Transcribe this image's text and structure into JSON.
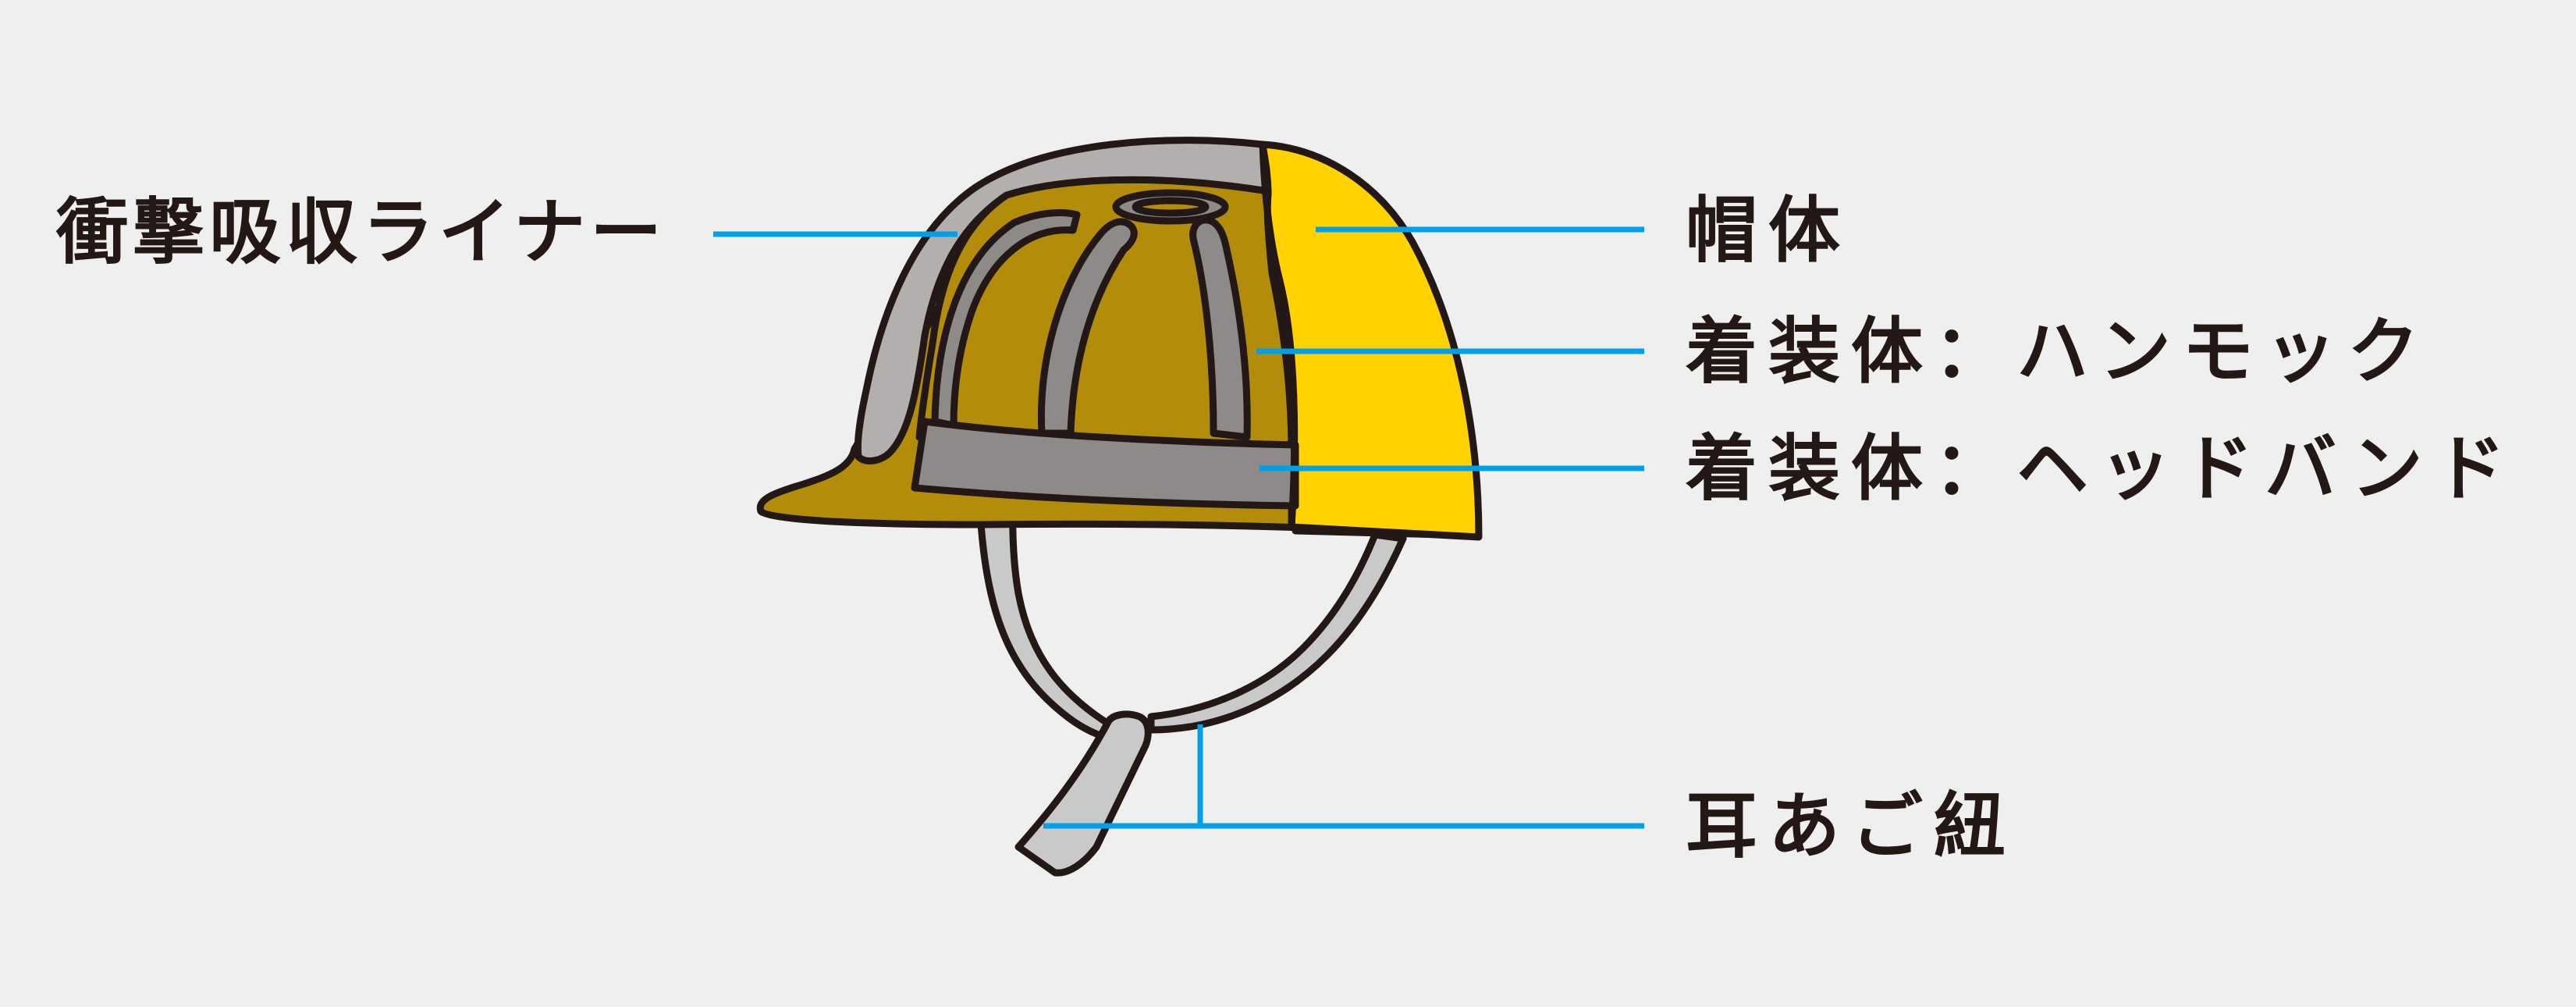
{
  "colors": {
    "background": "#efefef",
    "leader_line": "#00a0e9",
    "outline": "#231815",
    "shell_yellow": "#ffd200",
    "shell_inner_ochre": "#b38d0a",
    "liner_gray": "#b2afae",
    "harness_gray": "#8e8a89",
    "strap_gray": "#c9c9c9",
    "text": "#231815"
  },
  "labels": {
    "impact_liner": "衝撃吸収ライナー",
    "shell": "帽体",
    "harness_hammock": "着装体：ハンモック",
    "harness_headband": "着装体：ヘッドバンド",
    "chin_strap": "耳あご紐"
  }
}
